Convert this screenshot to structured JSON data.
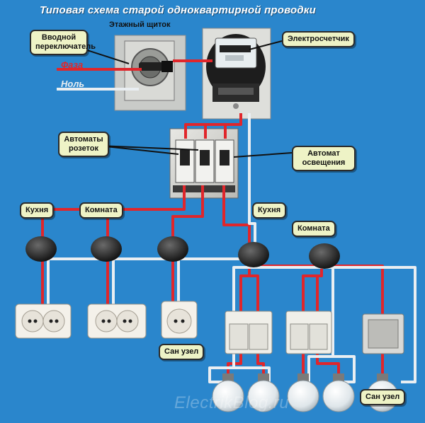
{
  "title": "Типовая схема старой одноквартирной проводки",
  "subtitle": "Этажный щиток",
  "labels": {
    "input_switch": "Вводной переключатель",
    "meter": "Электросчетчик",
    "socket_breakers": "Автоматы розеток",
    "light_breaker": "Автомат освещения",
    "kitchen_left": "Кухня",
    "room_left": "Комната",
    "kitchen_right": "Кухня",
    "room_right": "Комната",
    "bathroom_socket": "Сан узел",
    "bathroom_light": "Сан узел"
  },
  "wires": {
    "phase": "Фаза",
    "neutral": "Ноль"
  },
  "watermark": "ElectrikBlog.ru",
  "colors": {
    "background": "#2a86cc",
    "phase": "#e0262b",
    "neutral": "#e9eef2",
    "label_bg": "#eef3c6"
  }
}
